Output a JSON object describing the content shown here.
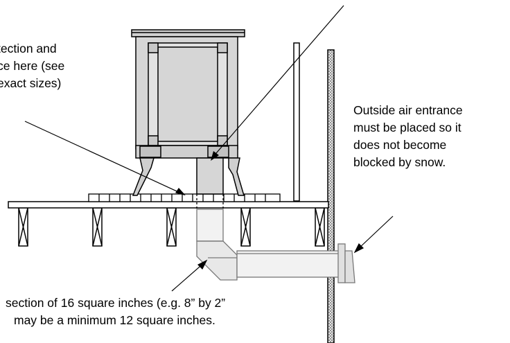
{
  "callouts": {
    "floor_protection": {
      "line1": "tection and",
      "line2": "ce here (see",
      "line3": "exact sizes)"
    },
    "outside_air": {
      "line1": "Outside air entrance",
      "line2": "must be placed so it",
      "line3": "does not become",
      "line4": "blocked by snow."
    },
    "duct_size": {
      "line1": "section of 16 square inches (e.g. 8” by 2”",
      "line2": "may be a minimum 12 square inches."
    }
  },
  "colors": {
    "stove": "#d6d6d6",
    "duct": "#e4e4e4",
    "outline": "#000000",
    "wall_fill": "#cfcfcf"
  }
}
